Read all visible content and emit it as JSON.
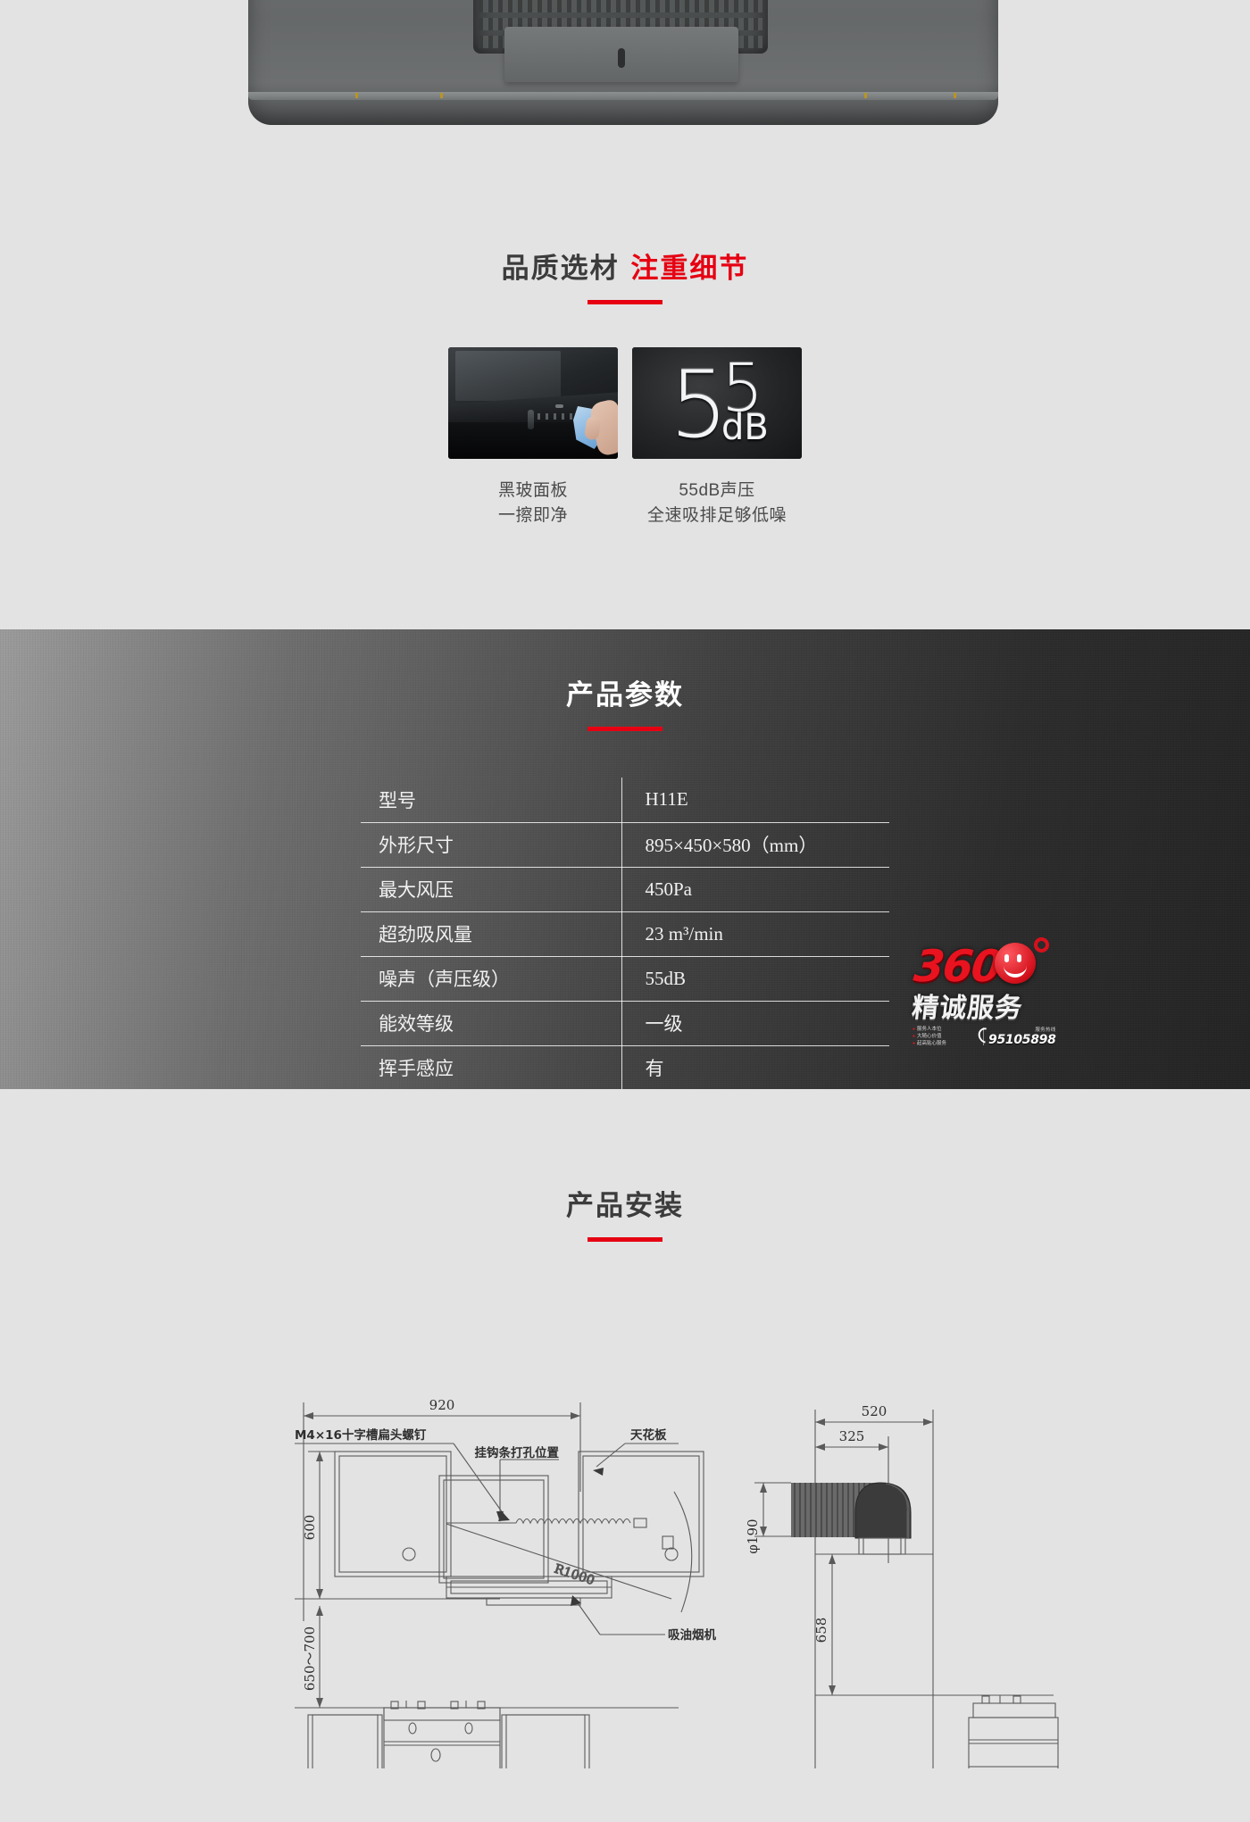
{
  "page": {
    "background": "#e3e3e3",
    "accent_red": "#e60012",
    "dark_panel": "#2b2b2b"
  },
  "hero": {
    "alt": "range-hood-underside-photo"
  },
  "features": {
    "title_dark": "品质选材",
    "title_red": "注重细节",
    "tiles": [
      {
        "image_name": "black-glass-panel-wipe-photo",
        "caption": "黑玻面板\n一擦即净"
      },
      {
        "image_name": "55db-sound-pressure-graphic",
        "value_big": "5",
        "value_small": "5",
        "unit": "dB",
        "caption": "55dB声压\n全速吸排足够低噪"
      }
    ]
  },
  "params": {
    "title": "产品参数",
    "rows": [
      {
        "key": "型号",
        "value": "H11E"
      },
      {
        "key": "外形尺寸",
        "value": "895×450×580（mm）"
      },
      {
        "key": "最大风压",
        "value": "450Pa"
      },
      {
        "key": "超劲吸风量",
        "value": "23 m³/min"
      },
      {
        "key": "噪声（声压级）",
        "value": "55dB"
      },
      {
        "key": "能效等级",
        "value": "一级"
      },
      {
        "key": "挥手感应",
        "value": "有"
      }
    ],
    "badge": {
      "number": "360",
      "slogan": "精诚服务",
      "bullets": [
        "服务人本位",
        "大随心价值",
        "起高贴心服务"
      ],
      "hotline_label": "服务热线",
      "hotline": "95105898"
    }
  },
  "install": {
    "title": "产品安装",
    "labels": {
      "screw": "M4×16十字槽扁头螺钉",
      "hook_holes": "挂钩条打孔位置",
      "ceiling": "天花板",
      "hood": "吸油烟机",
      "radius": "R1000",
      "width_920": "920",
      "height_600": "600",
      "height_650_700": "650～700",
      "depth_520": "520",
      "depth_325": "325",
      "duct_dia": "φ190",
      "height_658": "658"
    }
  }
}
